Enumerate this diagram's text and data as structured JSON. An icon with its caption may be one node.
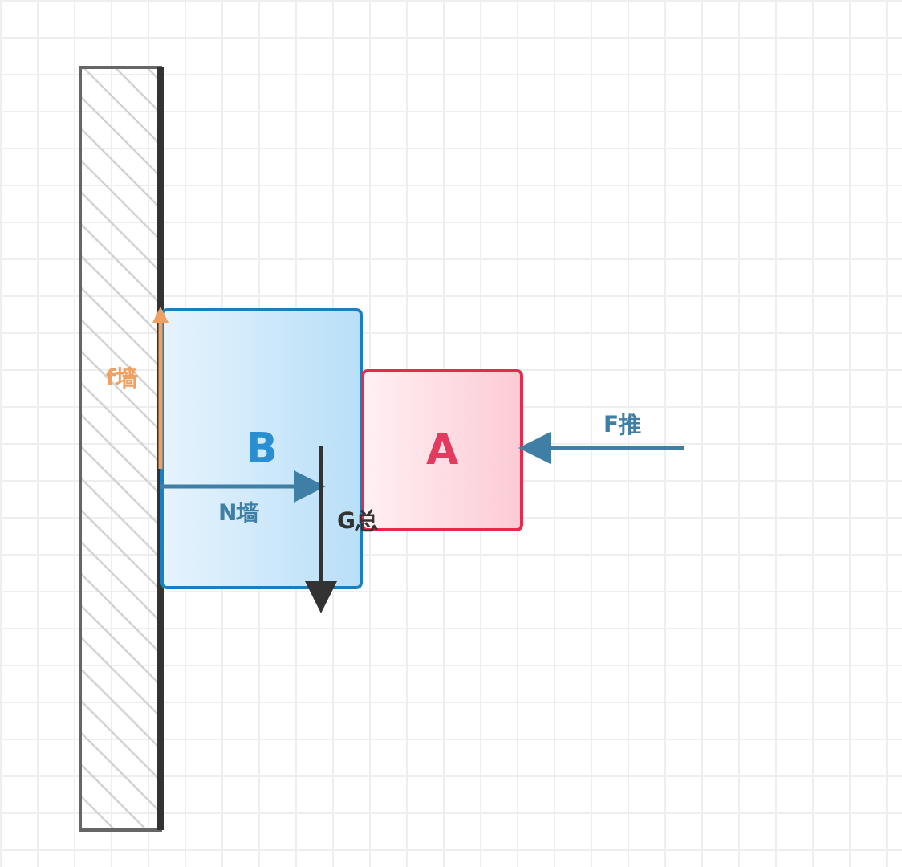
{
  "diagram": {
    "nodes": [
      {
        "text": [
          "B"
        ]
      },
      {
        "text": [
          "A"
        ]
      }
    ],
    "edges": [],
    "labels": [
      "f墙",
      "F推",
      "N墙",
      "G总"
    ]
  }
}
